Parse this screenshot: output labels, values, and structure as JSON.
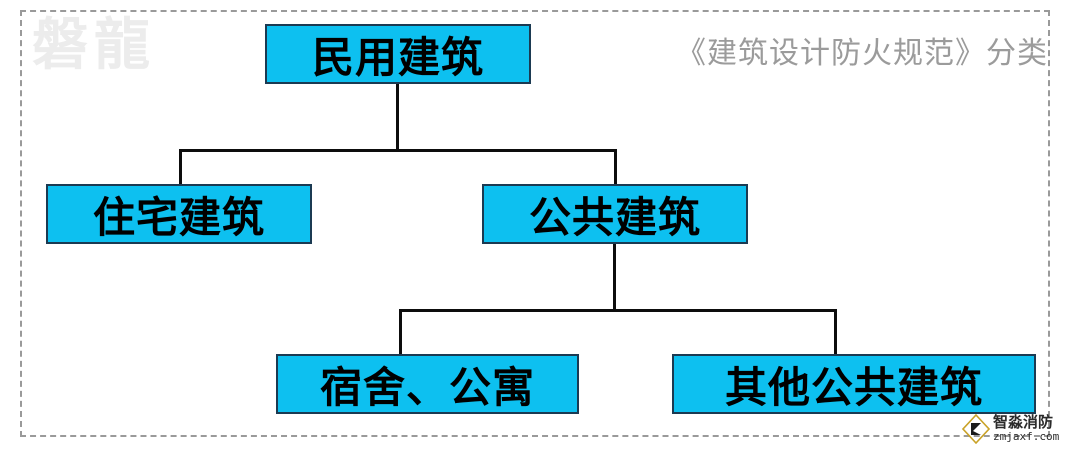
{
  "title": "《建筑设计防火规范》分类",
  "watermark": "磐龍",
  "colors": {
    "node_fill": "#0dc0f0",
    "node_border": "#1b3a52",
    "node_text": "#000000",
    "line": "#0d0d0d",
    "frame": "#9a9a9a",
    "title_text": "#9b9b9b",
    "watermark_text": "#ececec"
  },
  "diagram": {
    "type": "tree",
    "nodes": [
      {
        "id": "root",
        "label": "民用建筑",
        "level": 0,
        "parent": null
      },
      {
        "id": "res",
        "label": "住宅建筑",
        "level": 1,
        "parent": "root"
      },
      {
        "id": "pub",
        "label": "公共建筑",
        "level": 1,
        "parent": "root"
      },
      {
        "id": "dorm",
        "label": "宿舍、公寓",
        "level": 2,
        "parent": "pub"
      },
      {
        "id": "other",
        "label": "其他公共建筑",
        "level": 2,
        "parent": "pub"
      }
    ],
    "edges": [
      {
        "from": "root",
        "to": "res"
      },
      {
        "from": "root",
        "to": "pub"
      },
      {
        "from": "pub",
        "to": "dorm"
      },
      {
        "from": "pub",
        "to": "other"
      }
    ]
  },
  "logo": {
    "name": "智淼消防",
    "url": "zmjaxf.com",
    "mark": "diamond-z-icon"
  }
}
